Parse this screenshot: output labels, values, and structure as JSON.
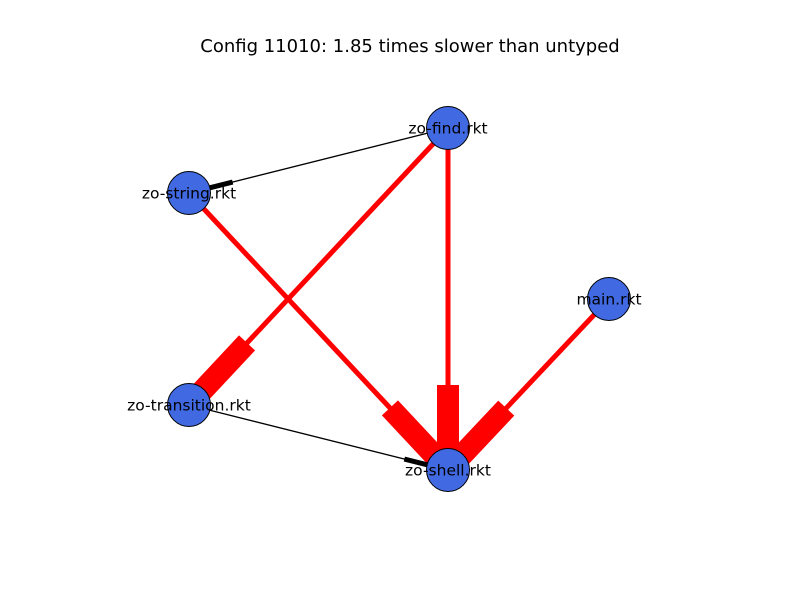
{
  "title": "Config 11010: 1.85 times slower than untyped",
  "colors": {
    "node_fill": "#4169e1",
    "node_stroke": "#000000",
    "edge_slow": "#ff0000",
    "edge_ok": "#000000"
  },
  "nodes": [
    {
      "id": "find",
      "label": "zo-find.rkt"
    },
    {
      "id": "string",
      "label": "zo-string.rkt"
    },
    {
      "id": "main",
      "label": "main.rkt"
    },
    {
      "id": "transition",
      "label": "zo-transition.rkt"
    },
    {
      "id": "shell",
      "label": "zo-shell.rkt"
    }
  ],
  "edges": [
    {
      "from": "find",
      "to": "string",
      "status": "ok"
    },
    {
      "from": "find",
      "to": "transition",
      "status": "slow"
    },
    {
      "from": "find",
      "to": "shell",
      "status": "slow"
    },
    {
      "from": "string",
      "to": "shell",
      "status": "slow"
    },
    {
      "from": "transition",
      "to": "shell",
      "status": "ok"
    },
    {
      "from": "main",
      "to": "shell",
      "status": "slow"
    }
  ]
}
